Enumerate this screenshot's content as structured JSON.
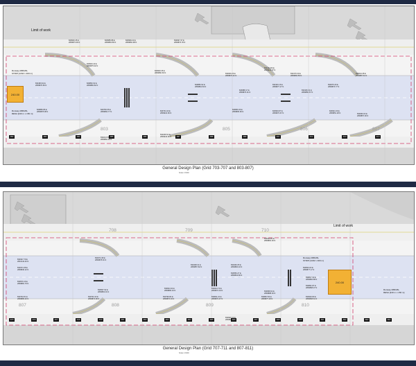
{
  "plans": [
    {
      "caption": "General Design Plan (Grid 703-707 and 803-807)",
      "scale": "Scale 1:3000",
      "limit_of_work": "Limit of work",
      "runway_strip": [
        "Runway 08R/26L",
        "STRIP [1/2W x 300 m]"
      ],
      "runway_resa": [
        "Runway 08R/26L",
        "RESA [240 m x 150 m]"
      ],
      "resa_value": "240.00",
      "grid_labels": [
        "803",
        "805",
        "806",
        "807"
      ],
      "coord_labels": [
        [
          "829930.45 E",
          "2809873.96 N"
        ],
        [
          "829985.88 E",
          "2809863.86 N"
        ],
        [
          "829999.22 E",
          "2809864.98 N"
        ],
        [
          "830097.37 E",
          "2809876.78 N"
        ],
        [
          "829933.40 E",
          "2809875.92 N"
        ],
        [
          "830134.80 E",
          "2809916.07 N"
        ],
        [
          "829993.35 E",
          "2809890.66 N"
        ],
        [
          "830036.26 E",
          "2809874.21 N"
        ],
        [
          "830176.30 E",
          "2809863.59 N"
        ],
        [
          "830024.28 E",
          "2809887.61 N"
        ],
        [
          "829852.62 E",
          "2809882.82 N"
        ],
        [
          "829883.92 E",
          "2809862.84 N"
        ],
        [
          "830163.16 E",
          "2809877.27 N"
        ],
        [
          "830075.29 E",
          "2809876.77 N"
        ],
        [
          "830183.92 E",
          "2809876.83 N"
        ],
        [
          "829988.17 E",
          "2809876.91 N"
        ],
        [
          "830166.31 E",
          "2809850.57 N"
        ],
        [
          "829750.65 E",
          "2809893.77 N"
        ],
        [
          "829734.40 E",
          "2809916.96 N"
        ],
        [
          "829836.36 E",
          "2809865.96 N"
        ],
        [
          "829993.87 E",
          "2809873.67 N"
        ],
        [
          "829941.69 E",
          "2809851.28 N"
        ],
        [
          "829883.86 E",
          "2809878.08 N"
        ],
        [
          "830066.03 E",
          "2809857.90 N"
        ],
        [
          "830214.55 E",
          "2809862.06 N"
        ],
        [
          "830238.92 E",
          "2809943.99 N"
        ]
      ],
      "tags": [
        "AB2",
        "AB3",
        "AB4",
        "AB5",
        "AB6",
        "AB7",
        "AB8",
        "AB9",
        "AC1",
        "AC2",
        "AC3",
        "AC4"
      ]
    },
    {
      "caption": "General Design Plan (Grid 707-711 and 807-811)",
      "scale": "Scale 1:3000",
      "limit_of_work": "Limit of work",
      "runway_strip": [
        "Runway 08R/26L",
        "STRIP [1/2W x 300 m]"
      ],
      "runway_resa": [
        "Runway 08R/26L",
        "RESA [240 m x 150 m]"
      ],
      "resa_value": "240.00",
      "grid_labels": [
        "708",
        "709",
        "710",
        "807",
        "808",
        "809",
        "810"
      ],
      "coord_labels": [
        [
          "830316.81 E",
          "2809881.00 N"
        ],
        [
          "830374.38 E",
          "2809878.91 N"
        ],
        [
          "830327.79 E",
          "2810143.40 N"
        ],
        [
          "830438.31 E",
          "2809857.82 N"
        ],
        [
          "830436.05 E",
          "2809866.40 N"
        ],
        [
          "830503.03 E",
          "2809877.17 N"
        ],
        [
          "830371.68 E",
          "2809840.22 N"
        ],
        [
          "830556.27 E",
          "2809843.80 N"
        ],
        [
          "830576.16 E",
          "2809881.79 N"
        ],
        [
          "830567.92 E",
          "2809863.01 N"
        ],
        [
          "830624.34 E",
          "2809883.19 N"
        ],
        [
          "830624.73 E",
          "2809874.04 N"
        ],
        [
          "830668.62 E",
          "2809888.00 N"
        ],
        [
          "830702.81 E",
          "2809883.20 N"
        ],
        [
          "830702.43 E",
          "2809872.99 N"
        ],
        [
          "830799.84 E",
          "2809870.33 N"
        ],
        [
          "830811.22 E",
          "2809872.37 N"
        ],
        [
          "830807.84 E",
          "2809877.18 N"
        ],
        [
          "830827.02 E",
          "2809866.88 N"
        ],
        [
          "830891.87 E",
          "2809898.37 N"
        ],
        [
          "830929.14 E",
          "2809827.87 N"
        ],
        [
          "830920.80 E",
          "2809838.61 N"
        ]
      ],
      "tags": [
        "AC5",
        "AC6",
        "AC7",
        "AC8",
        "AC9",
        "AD1",
        "AD2",
        "AD3",
        "AD4",
        "AD5",
        "AD6",
        "AD7",
        "AD8",
        "AD9",
        "AE1",
        "AE2",
        "AE3",
        "AE4"
      ]
    }
  ],
  "colors": {
    "frame": "#1f2a44",
    "runway": "#dde2f2",
    "apron": "#e6e6e6",
    "pavement": "#f4f4f4",
    "boundary": "#d23c6a",
    "resa": "#f2b134"
  }
}
